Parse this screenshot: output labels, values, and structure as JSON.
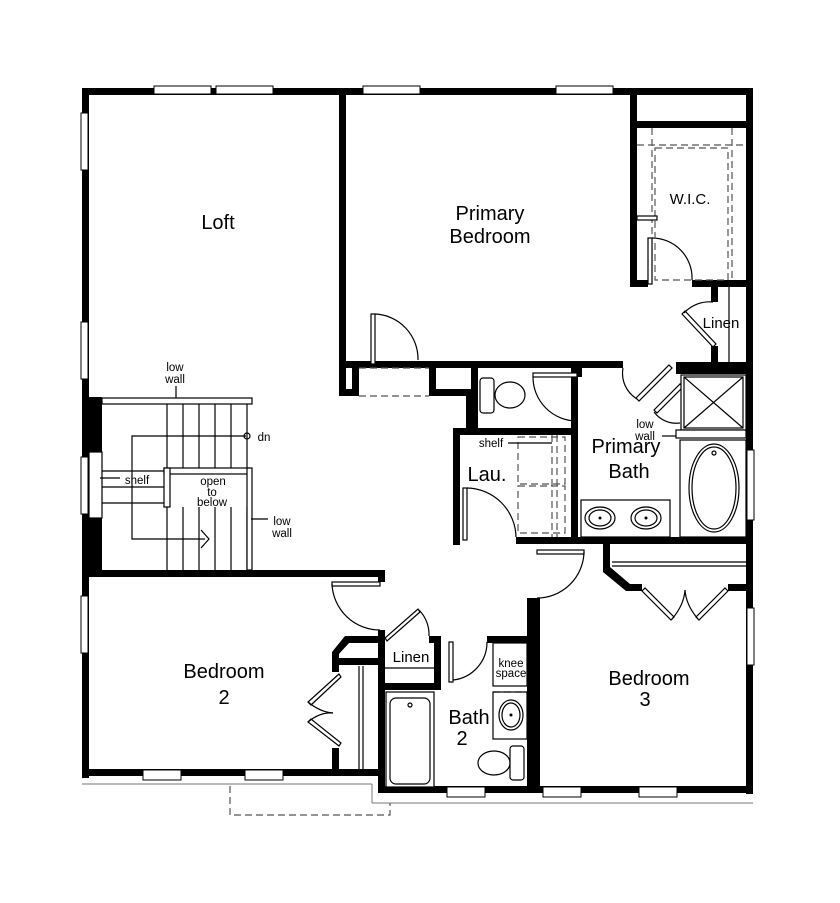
{
  "floorplan": {
    "rooms": {
      "loft": {
        "label": "Loft"
      },
      "primary_bedroom": {
        "line1": "Primary",
        "line2": "Bedroom"
      },
      "wic": {
        "label": "W.I.C."
      },
      "linen_primary": {
        "label": "Linen"
      },
      "primary_bath": {
        "line1": "Primary",
        "line2": "Bath"
      },
      "laundry": {
        "label": "Lau."
      },
      "bedroom2": {
        "line1": "Bedroom",
        "line2": "2"
      },
      "bedroom3": {
        "line1": "Bedroom",
        "line2": "3"
      },
      "bath2": {
        "line1": "Bath",
        "line2": "2"
      },
      "linen_hall": {
        "label": "Linen"
      }
    },
    "annotations": {
      "low_wall_top": {
        "line1": "low",
        "line2": "wall"
      },
      "low_wall_stair": {
        "line1": "low",
        "line2": "wall"
      },
      "low_wall_bath": {
        "line1": "low",
        "line2": "wall"
      },
      "stair_down": "dn",
      "stair_shelf": "shelf",
      "open_to_below": {
        "line1": "open",
        "line2": "to",
        "line3": "below"
      },
      "laundry_shelf": "shelf",
      "knee_space": {
        "line1": "knee",
        "line2": "space"
      }
    },
    "colors": {
      "wall": "#000000",
      "background": "#ffffff",
      "dashed": "#555555"
    }
  }
}
